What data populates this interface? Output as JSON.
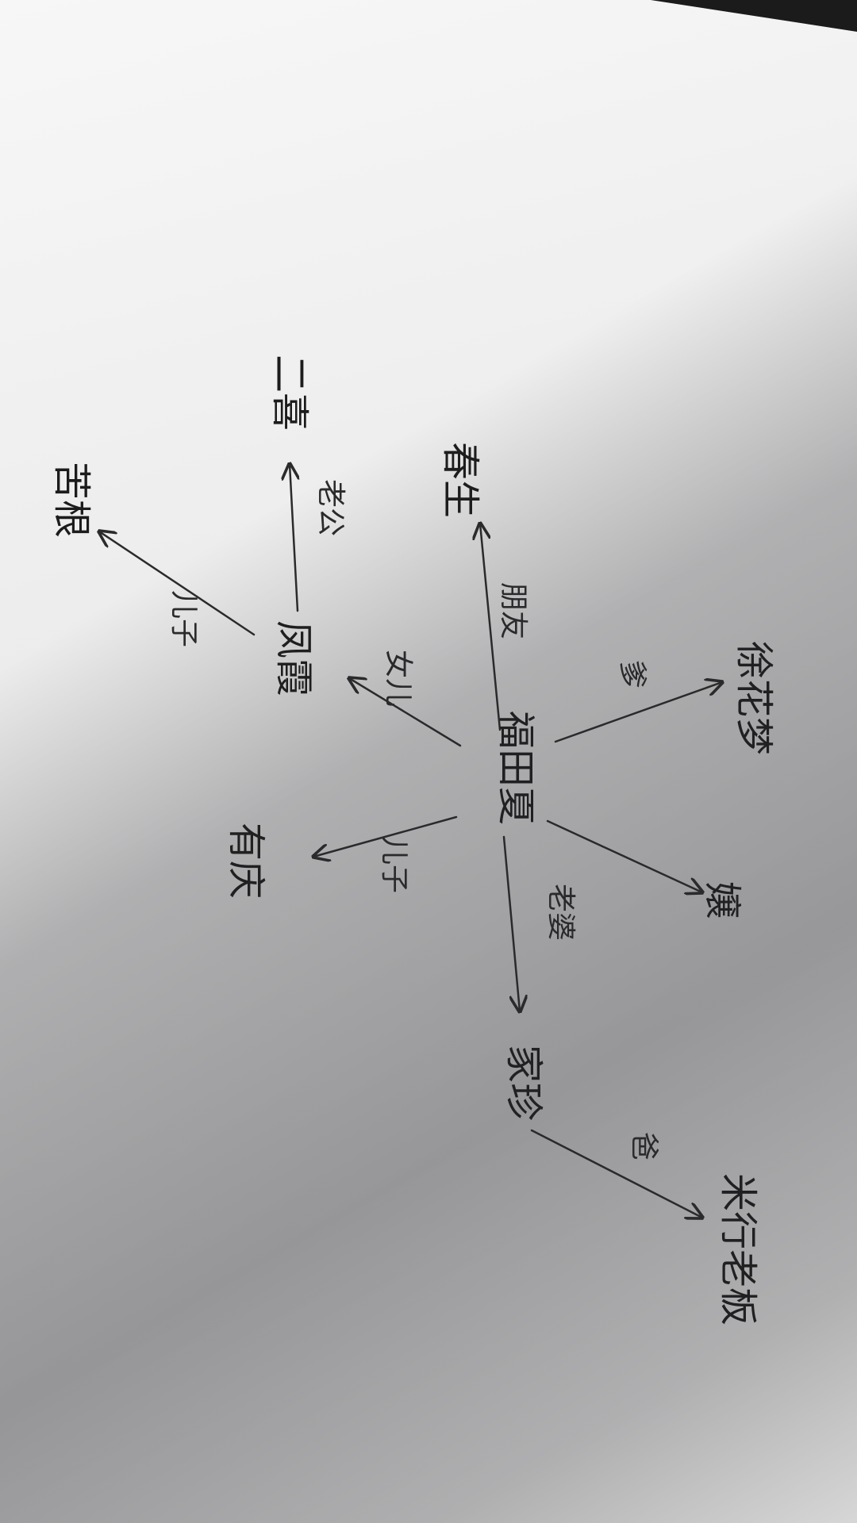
{
  "diagram": {
    "center": "福田夏",
    "nodes": [
      {
        "id": "center",
        "label": "福田夏"
      },
      {
        "id": "n1",
        "label": "徐花梦"
      },
      {
        "id": "n2",
        "label": "嬢"
      },
      {
        "id": "n3",
        "label": "家珍"
      },
      {
        "id": "n4",
        "label": "米行老板"
      },
      {
        "id": "n5",
        "label": "有庆"
      },
      {
        "id": "n6",
        "label": "凤霞"
      },
      {
        "id": "n7",
        "label": "春生"
      },
      {
        "id": "n8",
        "label": "二喜"
      },
      {
        "id": "n9",
        "label": "苦根"
      }
    ],
    "edges": [
      {
        "from": "center",
        "to": "n1",
        "label": "爹"
      },
      {
        "from": "center",
        "to": "n2",
        "label": ""
      },
      {
        "from": "center",
        "to": "n3",
        "label": "老婆"
      },
      {
        "from": "n3",
        "to": "n4",
        "label": "爸"
      },
      {
        "from": "center",
        "to": "n5",
        "label": "儿子"
      },
      {
        "from": "center",
        "to": "n6",
        "label": "女儿"
      },
      {
        "from": "center",
        "to": "n7",
        "label": "朋友"
      },
      {
        "from": "n6",
        "to": "n8",
        "label": "老公"
      },
      {
        "from": "n6",
        "to": "n9",
        "label": "儿子"
      }
    ]
  }
}
